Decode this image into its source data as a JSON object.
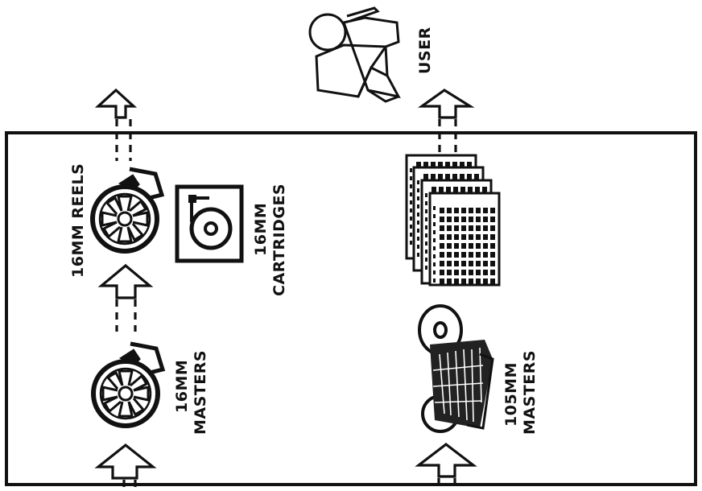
{
  "labels": {
    "user": "USER",
    "reels_16mm": "16MM REELS",
    "cartridges_16mm_line1": "16MM",
    "cartridges_16mm_line2": "CARTRIDGES",
    "masters_16mm_line1": "16MM",
    "masters_16mm_line2": "MASTERS",
    "masters_105mm_line1": "105MM",
    "masters_105mm_line2": "MASTERS"
  },
  "colors": {
    "ink": "#111111",
    "paper": "#ffffff"
  },
  "icons": [
    "user-icon",
    "film-reel-icon",
    "film-cartridge-icon",
    "microfiche-stack-icon",
    "microfiche-roll-icon",
    "arrow-up-icon"
  ]
}
